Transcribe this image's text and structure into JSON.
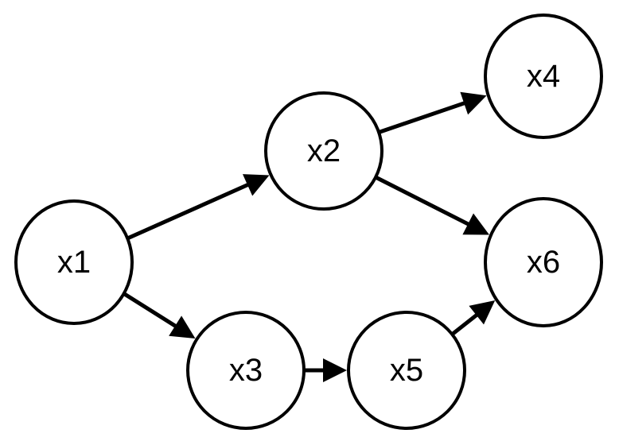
{
  "diagram": {
    "nodes": [
      {
        "id": "x1",
        "label": "x1"
      },
      {
        "id": "x2",
        "label": "x2"
      },
      {
        "id": "x3",
        "label": "x3"
      },
      {
        "id": "x4",
        "label": "x4"
      },
      {
        "id": "x5",
        "label": "x5"
      },
      {
        "id": "x6",
        "label": "x6"
      }
    ],
    "edges": [
      {
        "from": "x1",
        "to": "x2"
      },
      {
        "from": "x1",
        "to": "x3"
      },
      {
        "from": "x2",
        "to": "x4"
      },
      {
        "from": "x2",
        "to": "x6"
      },
      {
        "from": "x3",
        "to": "x5"
      },
      {
        "from": "x5",
        "to": "x6"
      }
    ]
  }
}
